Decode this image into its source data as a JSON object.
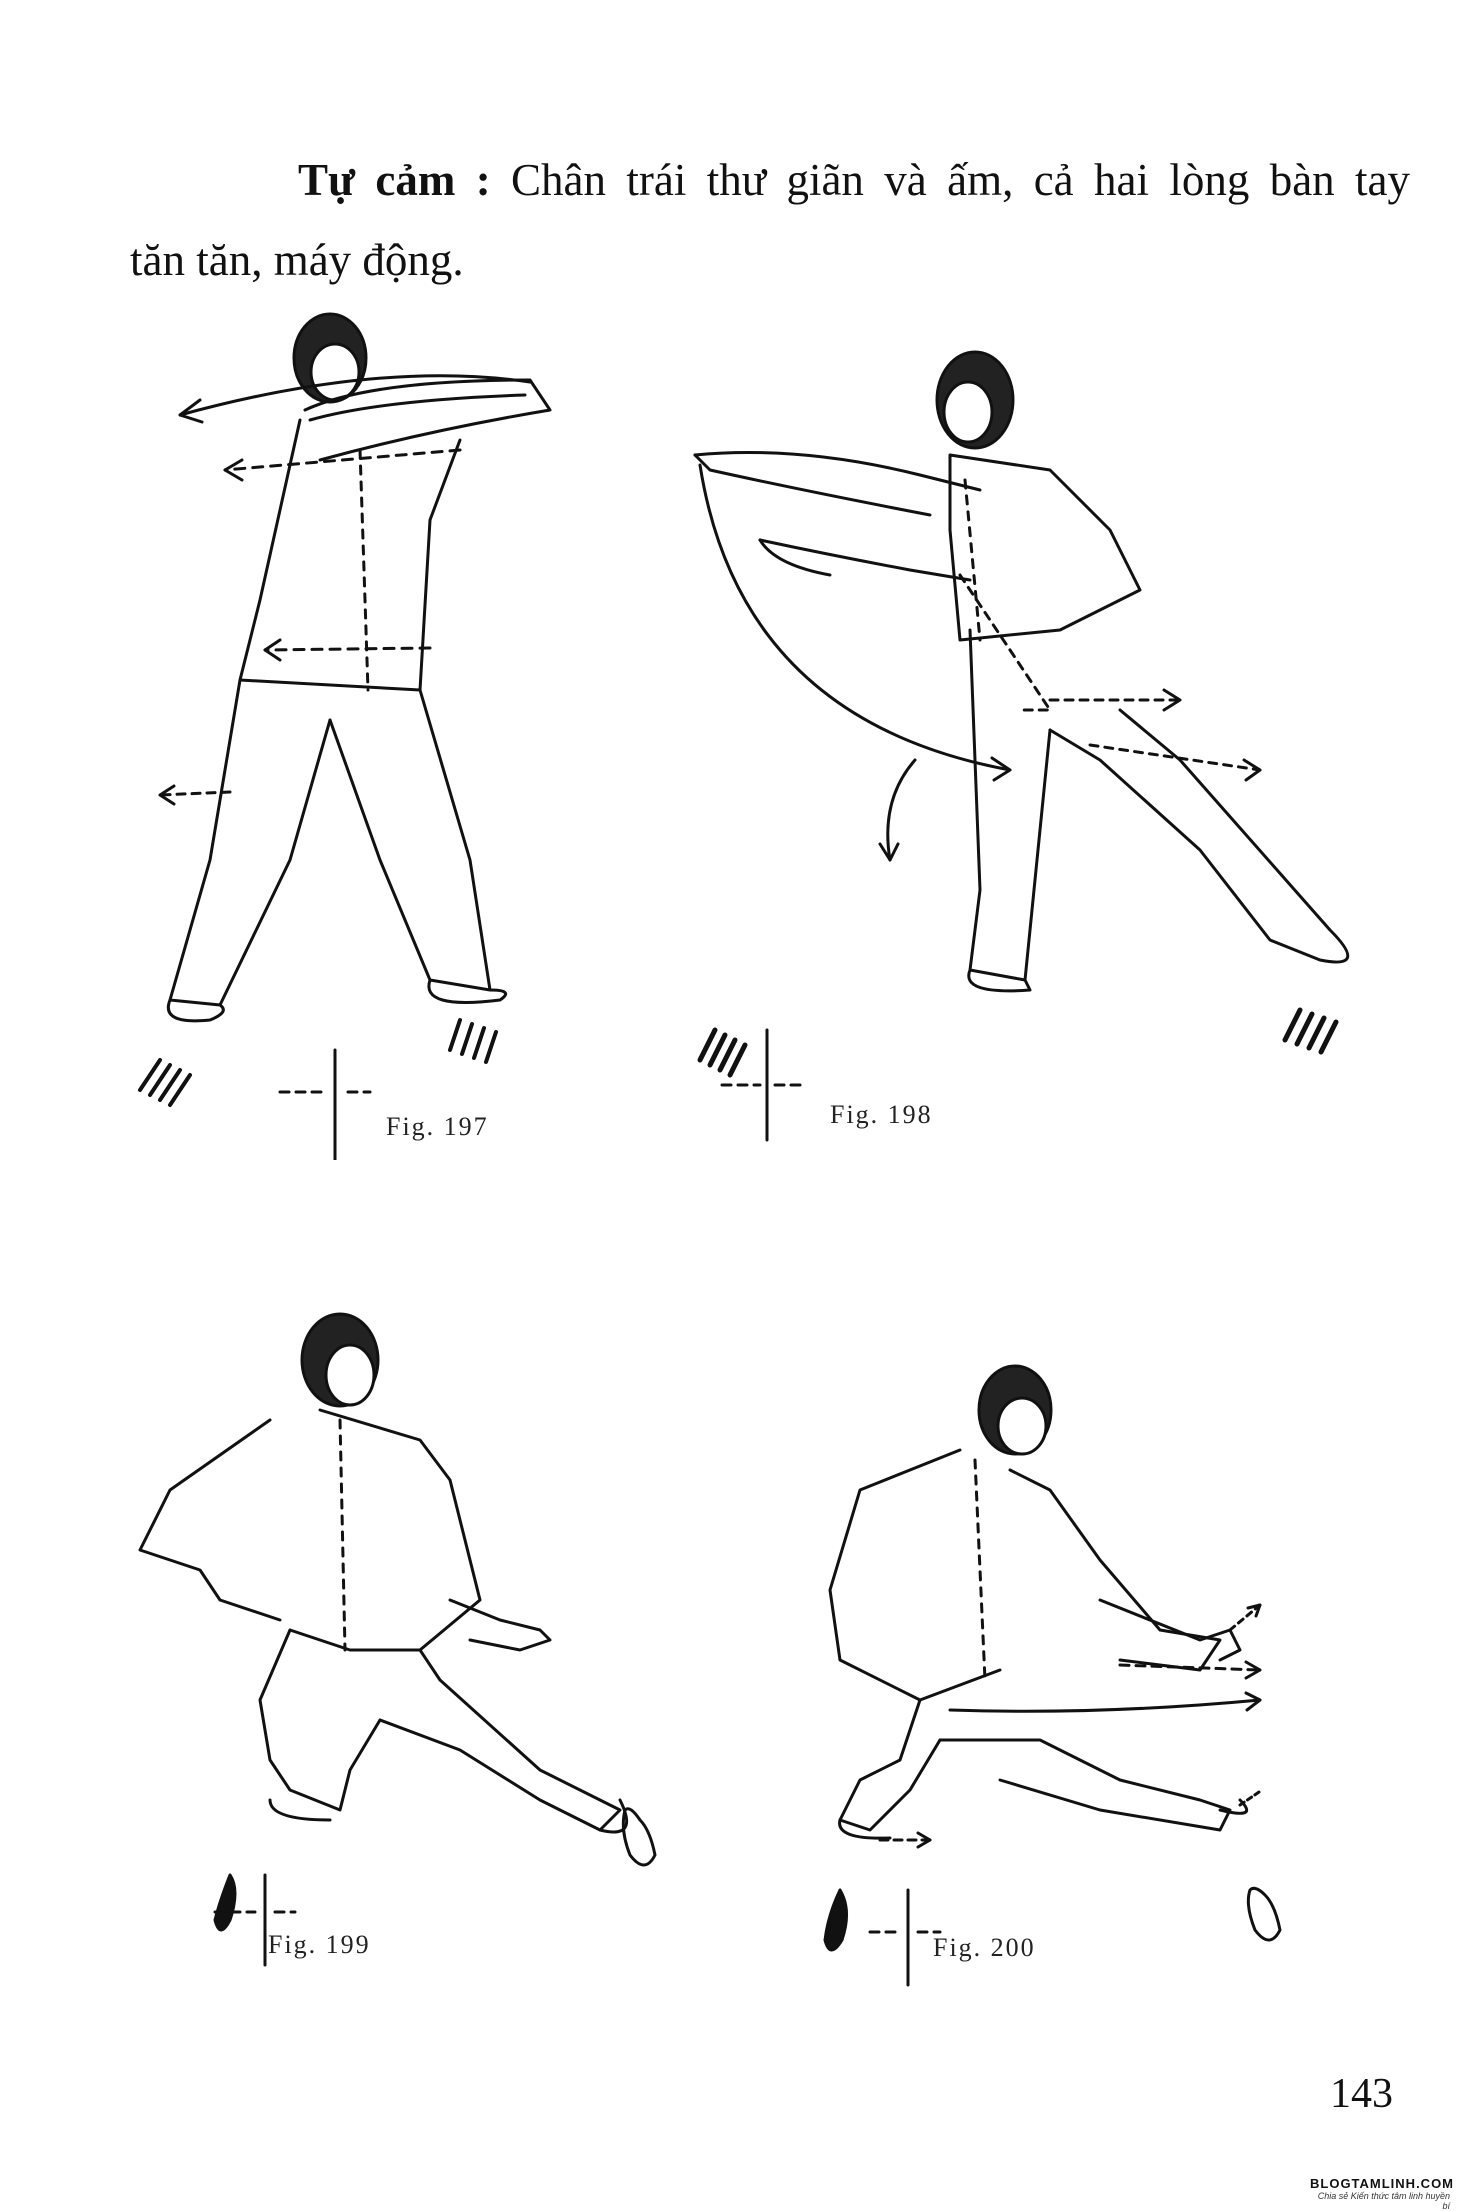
{
  "paragraph": {
    "label": "Tự cảm :",
    "line1_text": "Chân trái thư giãn và ấm, cả hai lòng bàn tay",
    "line2_text": "tăn tăn, máy động."
  },
  "figures": [
    {
      "caption": "Fig. 197",
      "subject": "figure standing, arms extended forward, arrows to the left"
    },
    {
      "caption": "Fig. 198",
      "subject": "figure leaning, arm sweeping in an arc, leg extended right"
    },
    {
      "caption": "Fig. 199",
      "subject": "figure in low stance, right leg extended"
    },
    {
      "caption": "Fig. 200",
      "subject": "figure in low stance reaching right, arrows to the right"
    }
  ],
  "page_number": "143",
  "watermark": {
    "site": "BLOGTAMLINH.COM",
    "tagline": "Chia sẻ Kiến thức tâm linh huyền bí"
  }
}
